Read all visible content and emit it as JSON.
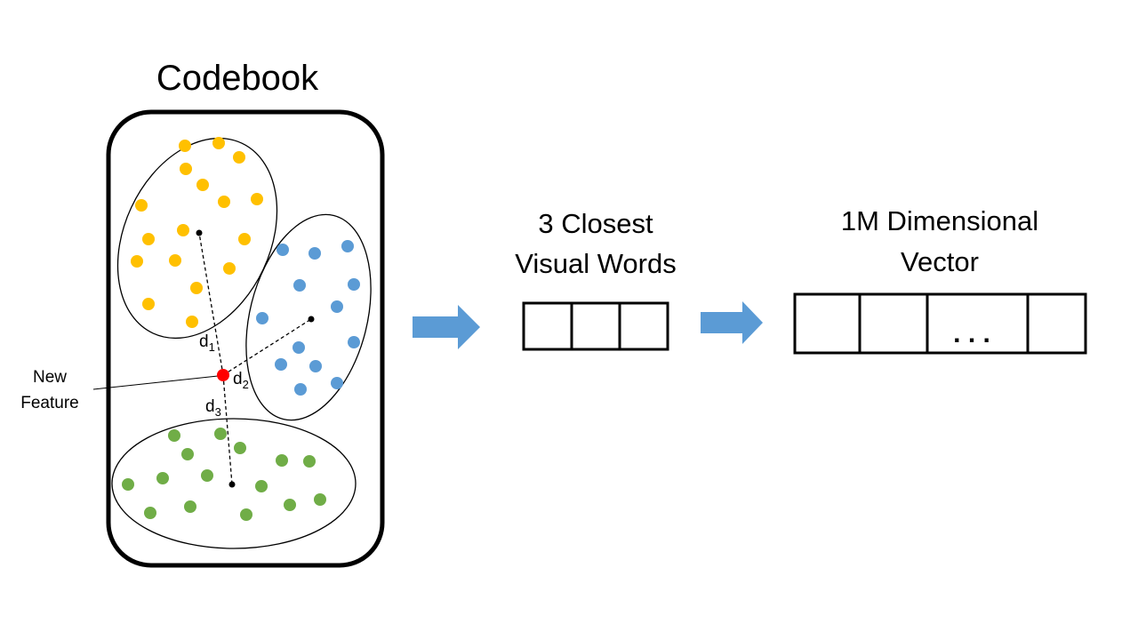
{
  "title": "Codebook",
  "new_feature_label": [
    "New",
    "Feature"
  ],
  "distance_labels": [
    {
      "base": "d",
      "sub": "1"
    },
    {
      "base": "d",
      "sub": "2"
    },
    {
      "base": "d",
      "sub": "3"
    }
  ],
  "closest_words_label": [
    "3 Closest",
    "Visual Words"
  ],
  "vector_label": [
    "1M Dimensional",
    "Vector"
  ],
  "vector_ellipsis": ". . .",
  "colors": {
    "yellow_cluster": "#ffc000",
    "blue_cluster": "#5b9bd5",
    "green_cluster": "#70ad47",
    "new_feature": "#ff0000",
    "arrow": "#5b9bd5"
  }
}
